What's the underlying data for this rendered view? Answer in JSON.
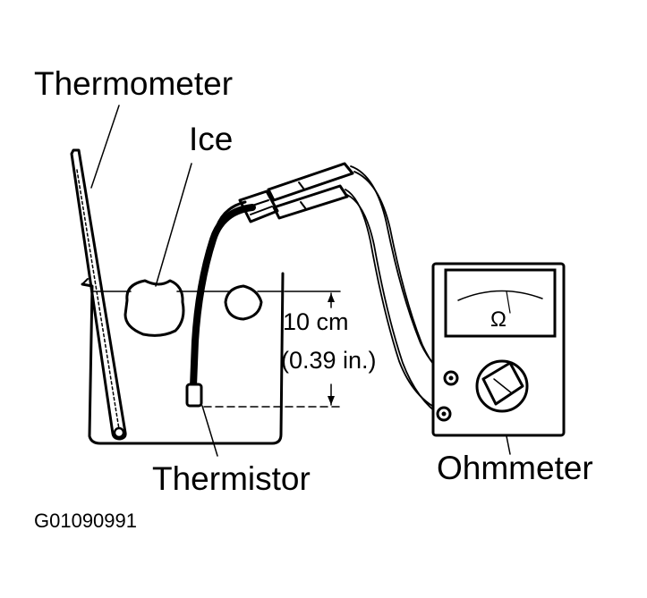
{
  "labels": {
    "thermometer": "Thermometer",
    "ice": "Ice",
    "distance_cm": "10 cm",
    "distance_in": "(0.39 in.)",
    "thermistor": "Thermistor",
    "ohmmeter": "Ohmmeter",
    "figure_id": "G01090991"
  },
  "meter": {
    "unit_symbol": "Ω"
  }
}
